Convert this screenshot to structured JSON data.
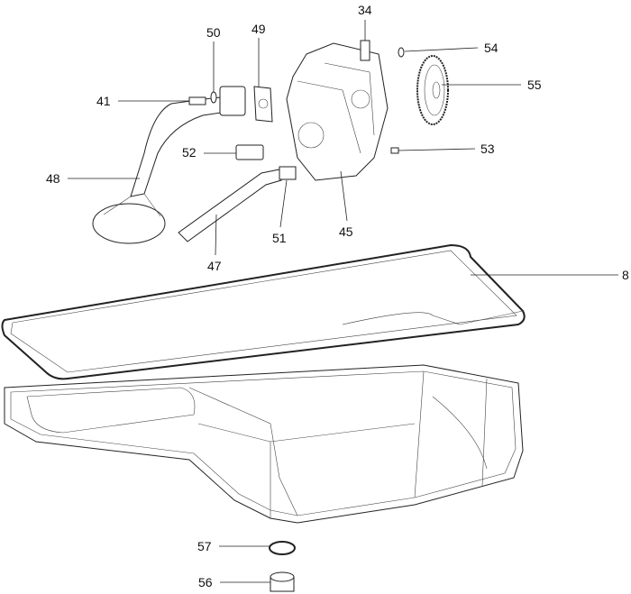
{
  "diagram": {
    "type": "exploded-parts-diagram",
    "callouts": [
      {
        "id": "34",
        "part": "bolt"
      },
      {
        "id": "50",
        "part": "washer"
      },
      {
        "id": "49",
        "part": "gasket"
      },
      {
        "id": "54",
        "part": "o-ring"
      },
      {
        "id": "41",
        "part": "bolt"
      },
      {
        "id": "55",
        "part": "gear"
      },
      {
        "id": "52",
        "part": "fitting"
      },
      {
        "id": "53",
        "part": "pin"
      },
      {
        "id": "48",
        "part": "oil-strainer-pipe"
      },
      {
        "id": "51",
        "part": "bolt"
      },
      {
        "id": "45",
        "part": "oil-pump"
      },
      {
        "id": "47",
        "part": "tube"
      },
      {
        "id": "8",
        "part": "oil-pan-gasket"
      },
      {
        "id": "57",
        "part": "seal-ring"
      },
      {
        "id": "56",
        "part": "drain-plug"
      }
    ]
  }
}
